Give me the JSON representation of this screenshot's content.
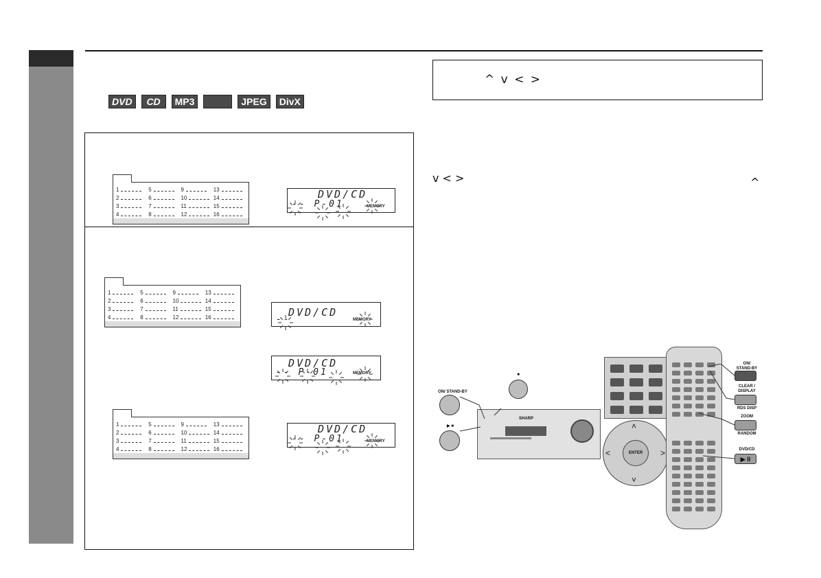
{
  "disc_badges": [
    "DVD",
    "CD",
    "MP3",
    "",
    "JPEG",
    "DivX"
  ],
  "tables": {
    "step1": {
      "rows": [
        [
          "1",
          "5",
          "9",
          "13"
        ],
        [
          "2",
          "6",
          "10",
          "14"
        ],
        [
          "3",
          "7",
          "11",
          "15"
        ],
        [
          "4",
          "8",
          "12",
          "16"
        ]
      ]
    },
    "step2": {
      "rows": [
        [
          "1",
          "5",
          "9",
          "13"
        ],
        [
          "2",
          "6",
          "10",
          "14"
        ],
        [
          "3",
          "7",
          "11",
          "15"
        ],
        [
          "4",
          "8",
          "12",
          "16"
        ]
      ]
    },
    "step3": {
      "rows": [
        [
          "1",
          "5",
          "9",
          "13"
        ],
        [
          "2",
          "6",
          "10",
          "14"
        ],
        [
          "3",
          "7",
          "11",
          "15"
        ],
        [
          "4",
          "8",
          "12",
          "16"
        ]
      ]
    }
  },
  "displays": {
    "lcd1": {
      "text": "DVD/CD",
      "sub": "-- P-01",
      "memory": "MEMORY"
    },
    "lcd2": {
      "text": "DVD/CD",
      "sub": "--",
      "memory": "MEMORY"
    },
    "lcd3": {
      "text": "DVD/CD",
      "sub": "-- P-01",
      "memory": "MEMORY"
    },
    "lcd4": {
      "text": "DVD/CD",
      "sub": "-- P-01",
      "memory": "MEMORY"
    }
  },
  "note": {
    "arrows": "^ v < >"
  },
  "side_arrows": {
    "up": "^",
    "rest": "v < >"
  },
  "remote_labels": {
    "on_standby": "ON/\nSTAND-BY",
    "clear_display": "CLEAR /\nDISPLAY",
    "rds_disp": "RDS DISP",
    "zoom": "ZOOM",
    "random": "RANDOM",
    "dvd_cd": "DVD/CD",
    "play_pause": "▶ II"
  },
  "unit_labels": {
    "on_standby": "ON/ STAND-BY",
    "stop": "■",
    "play_stop": "▶ ■",
    "brand": "SHARP",
    "enter": "ENTER"
  }
}
